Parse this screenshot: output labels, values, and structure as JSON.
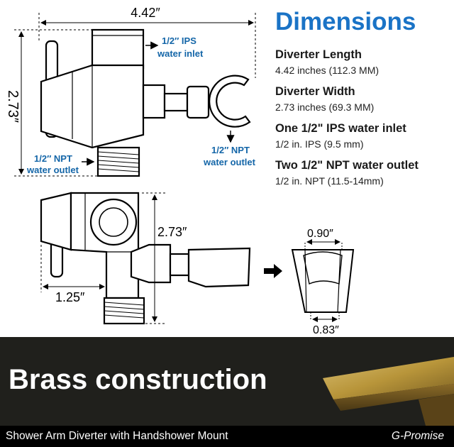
{
  "heading": "Dimensions",
  "specs": [
    {
      "title": "Diverter Length",
      "value": "4.42 inches (112.3 MM)"
    },
    {
      "title": "Diverter Width",
      "value": "2.73 inches (69.3 MM)"
    },
    {
      "title": "One 1/2\" IPS water inlet",
      "value": "1/2 in. IPS (9.5 mm)"
    },
    {
      "title": "Two 1/2\" NPT water outlet",
      "value": "1/2 in. NPT (11.5-14mm)"
    }
  ],
  "drawing": {
    "length_dim": "4.42″",
    "height_dim": "2.73″",
    "height_dim_2": "2.73″",
    "width_dim": "1.25″",
    "clip_top_dim": "0.90″",
    "clip_bottom_dim": "0.83″",
    "inlet_line1": "1/2″ IPS",
    "inlet_line2": "water inlet",
    "outlet_left_line1": "1/2″ NPT",
    "outlet_left_line2": "water outlet",
    "outlet_right_line1": "1/2″ NPT",
    "outlet_right_line2": "water outlet"
  },
  "banner": {
    "title": "Brass construction"
  },
  "footer": {
    "text": "Shower Arm Diverter with Handshower Mount",
    "brand": "G-Promise"
  },
  "colors": {
    "accent_blue": "#1a73c6",
    "annotation_blue": "#1466a8",
    "banner_bg": "#20201c",
    "brass": "#b8953a"
  }
}
